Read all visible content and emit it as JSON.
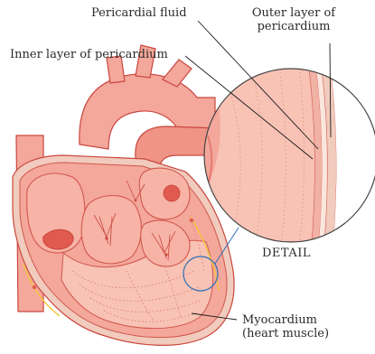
{
  "labels": {
    "pericardial_fluid": "Pericardial fluid",
    "outer_layer_line1": "Outer layer of",
    "outer_layer_line2": "pericardium",
    "inner_layer": "Inner layer of pericardium",
    "detail": "DETAIL",
    "myocardium_line1": "Myocardium",
    "myocardium_line2": "(heart muscle)"
  },
  "colors": {
    "heart_fill": "#f4a79b",
    "heart_dark": "#e57b70",
    "heart_stroke": "#c9473f",
    "muscle_light": "#f8c2b5",
    "chamber_line": "#d0574d",
    "pericardium_band": "#f1cbbd",
    "fluid_layer": "#fbe6dd",
    "detail_circle_stroke": "#444444",
    "magnify_circle_stroke": "#2f6fb5",
    "leader_line": "#1a1a1a",
    "nerve_yellow": "#f2c43a"
  }
}
